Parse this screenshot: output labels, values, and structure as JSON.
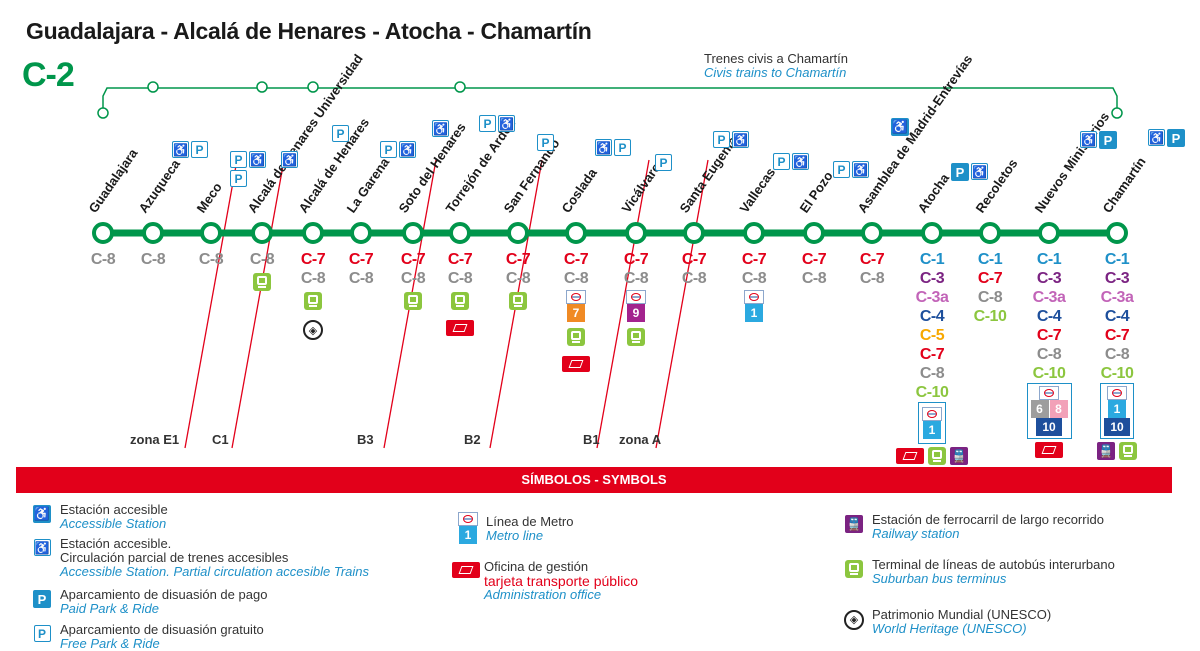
{
  "title": "Guadalajara - Alcalá de Henares - Atocha - Chamartín",
  "line_logo": "C-2",
  "civis": {
    "es": "Trenes civis a Chamartín",
    "en": "Civis trains to Chamartín"
  },
  "colors": {
    "line": "#00964b",
    "zone": "#e2001a",
    "accent": "#1e90c8",
    "C-1": "#1e90c8",
    "C-2": "#00964b",
    "C-3": "#7b2382",
    "C-3a": "#c264b8",
    "C-4": "#1d4f9c",
    "C-5": "#f7a800",
    "C-7": "#e2001a",
    "C-8": "#8c8c8c",
    "C-10": "#8cc63f"
  },
  "stations": [
    {
      "name": "Guadalajara",
      "lines": [
        "C-8"
      ],
      "icons": [],
      "above": [],
      "civis": true
    },
    {
      "name": "Azuqueca",
      "lines": [
        "C-8"
      ],
      "icons": [],
      "above": [
        "acc-partial",
        "park-free"
      ],
      "civis": true
    },
    {
      "name": "Meco",
      "lines": [
        "C-8"
      ],
      "icons": [],
      "above": [
        "park-free",
        "acc-partial",
        "park-free"
      ],
      "civis": false
    },
    {
      "name": "Alcalá de Henares Universidad",
      "lines": [
        "C-8"
      ],
      "icons": [
        "bus"
      ],
      "above": [
        "acc-partial"
      ],
      "civis": true
    },
    {
      "name": "Alcalá de Henares",
      "lines": [
        "C-7",
        "C-8"
      ],
      "icons": [
        "bus",
        "unesco"
      ],
      "above": [
        "park-free"
      ],
      "civis": true
    },
    {
      "name": "La Garena",
      "lines": [
        "C-7",
        "C-8"
      ],
      "icons": [],
      "above": [
        "park-free",
        "acc-partial"
      ],
      "civis": false
    },
    {
      "name": "Soto del Henares",
      "lines": [
        "C-7",
        "C-8"
      ],
      "icons": [
        "bus"
      ],
      "above": [
        "acc-partial"
      ],
      "civis": false
    },
    {
      "name": "Torrejón de Ardoz",
      "lines": [
        "C-7",
        "C-8"
      ],
      "icons": [
        "bus",
        "office"
      ],
      "above": [
        "park-free",
        "acc-partial"
      ],
      "civis": true
    },
    {
      "name": "San Fernando",
      "lines": [
        "C-7",
        "C-8"
      ],
      "icons": [
        "bus"
      ],
      "above": [
        "park-free"
      ],
      "civis": false
    },
    {
      "name": "Coslada",
      "lines": [
        "C-7",
        "C-8"
      ],
      "icons": [
        "metro-7",
        "bus",
        "office"
      ],
      "above": [
        "acc-partial",
        "park-free"
      ],
      "civis": false
    },
    {
      "name": "Vicálvaro",
      "lines": [
        "C-7",
        "C-8"
      ],
      "icons": [
        "metro-9",
        "bus"
      ],
      "above": [
        "park-free"
      ],
      "civis": false
    },
    {
      "name": "Santa Eugenia",
      "lines": [
        "C-7",
        "C-8"
      ],
      "icons": [],
      "above": [
        "park-free",
        "acc-partial"
      ],
      "civis": false
    },
    {
      "name": "Vallecas",
      "lines": [
        "C-7",
        "C-8"
      ],
      "icons": [
        "metro-1"
      ],
      "above": [
        "park-free",
        "acc-partial"
      ],
      "civis": false
    },
    {
      "name": "El Pozo",
      "lines": [
        "C-7",
        "C-8"
      ],
      "icons": [],
      "above": [
        "park-free",
        "acc-partial"
      ],
      "civis": false
    },
    {
      "name": "Asamblea de Madrid-Entrevías",
      "lines": [
        "C-7",
        "C-8"
      ],
      "icons": [],
      "above": [
        "acc"
      ],
      "civis": false
    },
    {
      "name": "Atocha",
      "lines": [
        "C-1",
        "C-3",
        "C-3a",
        "C-4",
        "C-5",
        "C-7",
        "C-8",
        "C-10"
      ],
      "icons": [
        "metro-1",
        "office",
        "bus",
        "rail"
      ],
      "above": [
        "park-paid",
        "acc-partial"
      ],
      "civis": false
    },
    {
      "name": "Recoletos",
      "lines": [
        "C-1",
        "C-7",
        "C-8",
        "C-10"
      ],
      "icons": [],
      "above": [],
      "civis": false
    },
    {
      "name": "Nuevos Ministerios",
      "lines": [
        "C-1",
        "C-3",
        "C-3a",
        "C-4",
        "C-7",
        "C-8",
        "C-10"
      ],
      "icons": [
        "metro-6-8-10",
        "office"
      ],
      "above": [
        "acc-partial",
        "park-paid"
      ],
      "civis": false
    },
    {
      "name": "Chamartín",
      "lines": [
        "C-1",
        "C-3",
        "C-3a",
        "C-4",
        "C-7",
        "C-8",
        "C-10"
      ],
      "icons": [
        "metro-1-10",
        "rail",
        "bus"
      ],
      "above": [
        "acc-partial",
        "park-paid"
      ],
      "civis": true
    }
  ],
  "zones": [
    "zona E1",
    "C1",
    "B3",
    "B2",
    "B1",
    "zona A"
  ],
  "metro_numbers": {
    "1": "1",
    "6": "6",
    "7": "7",
    "8": "8",
    "9": "9",
    "10": "10"
  },
  "symbols_title": "SÍMBOLOS - SYMBOLS",
  "legend": {
    "accessible": {
      "es": "Estación accesible",
      "en": "Accessible Station"
    },
    "acc_partial": {
      "es1": "Estación accesible.",
      "es2": "Circulación parcial de trenes accesibles",
      "en": "Accessible Station. Partial circulation accesible Trains"
    },
    "park_paid": {
      "es": "Aparcamiento de disuasión de pago",
      "en": "Paid Park & Ride"
    },
    "park_free": {
      "es": "Aparcamiento de disuasión gratuito",
      "en": "Free Park & Ride"
    },
    "metro": {
      "es": "Línea de Metro",
      "en": "Metro line",
      "num": "1"
    },
    "office": {
      "es": "Oficina de gestión",
      "red": "tarjeta transporte público",
      "en": "Administration office"
    },
    "rail": {
      "es": "Estación de ferrocarril de largo recorrido",
      "en": "Railway station"
    },
    "bus": {
      "es": "Terminal de líneas de autobús interurbano",
      "en": "Suburban bus terminus"
    },
    "unesco": {
      "es": "Patrimonio Mundial (UNESCO)",
      "en": "World Heritage (UNESCO)"
    }
  }
}
